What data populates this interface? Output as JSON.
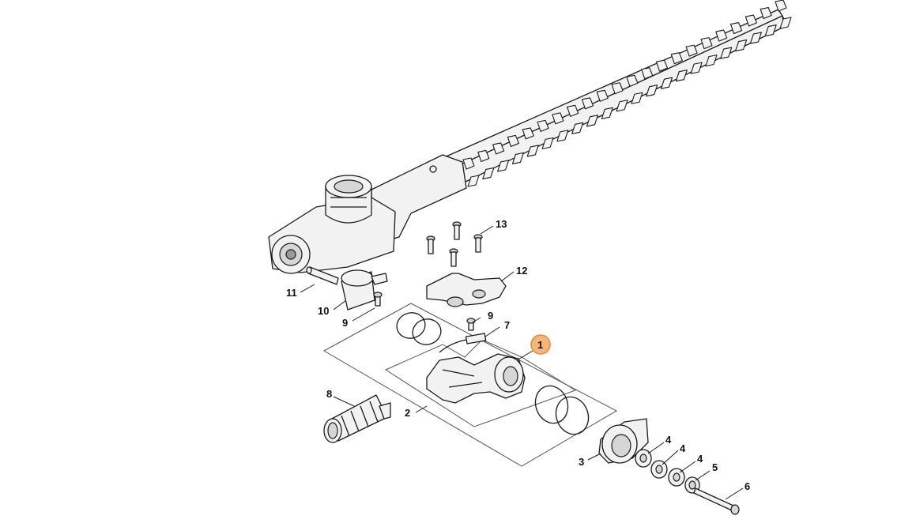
{
  "diagram": {
    "highlighted_part": "1",
    "callouts": [
      {
        "id": "callout-13",
        "label": "13"
      },
      {
        "id": "callout-12",
        "label": "12"
      },
      {
        "id": "callout-11",
        "label": "11"
      },
      {
        "id": "callout-10",
        "label": "10"
      },
      {
        "id": "callout-9a",
        "label": "9"
      },
      {
        "id": "callout-9b",
        "label": "9"
      },
      {
        "id": "callout-7",
        "label": "7"
      },
      {
        "id": "callout-1",
        "label": "1"
      },
      {
        "id": "callout-8",
        "label": "8"
      },
      {
        "id": "callout-2",
        "label": "2"
      },
      {
        "id": "callout-3",
        "label": "3"
      },
      {
        "id": "callout-4a",
        "label": "4"
      },
      {
        "id": "callout-4b",
        "label": "4"
      },
      {
        "id": "callout-4c",
        "label": "4"
      },
      {
        "id": "callout-5",
        "label": "5"
      },
      {
        "id": "callout-6",
        "label": "6"
      }
    ],
    "colors": {
      "highlight_fill": "#f6b67a",
      "highlight_stroke": "#e08b3c",
      "line": "#1a1a1a"
    }
  }
}
